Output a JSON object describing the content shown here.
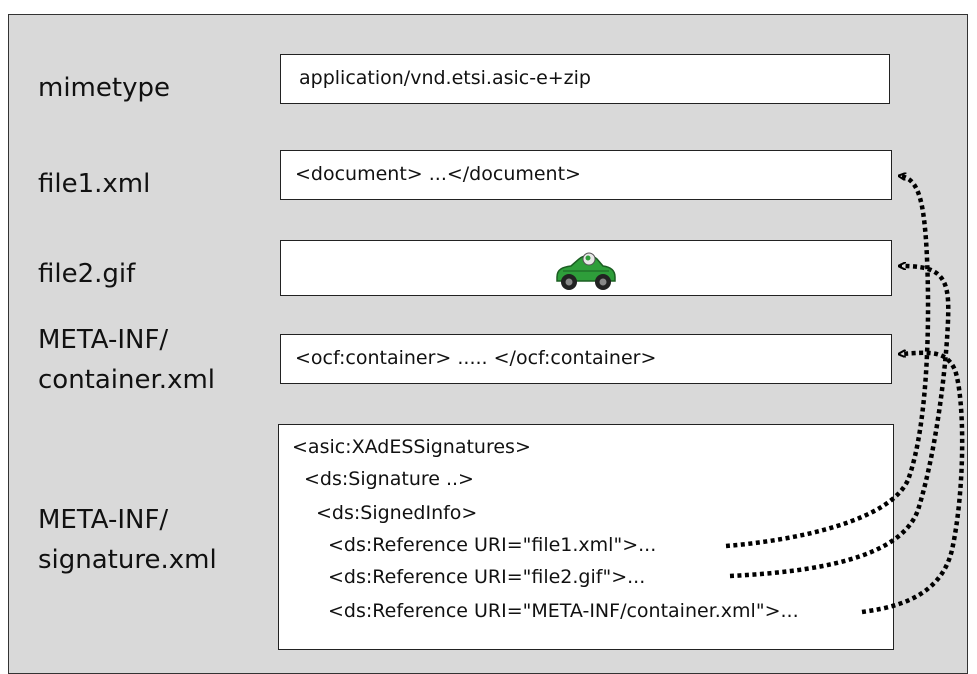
{
  "rows": [
    {
      "label": [
        "mimetype"
      ],
      "content": "application/vnd.etsi.asic-e+zip"
    },
    {
      "label": [
        "file1.xml"
      ],
      "content": "<document> ...</document>"
    },
    {
      "label": [
        "file2.gif"
      ],
      "content": "",
      "icon": "green-car-icon",
      "icon_color": "#2e9e3a"
    },
    {
      "label": [
        "META-INF/",
        "container.xml"
      ],
      "content": "<ocf:container> ..... </ocf:container>"
    },
    {
      "label": [
        "META-INF/",
        "signature.xml"
      ]
    }
  ],
  "signature_lines": [
    "<asic:XAdESSignatures>",
    "<ds:Signature ..>",
    "<ds:SignedInfo>",
    "<ds:Reference URI=\"file1.xml\">...",
    "<ds:Reference URI=\"file2.gif\">...",
    "<ds:Reference URI=\"META-INF/container.xml\">..."
  ],
  "colors": {
    "panel": "#d9d9d9",
    "box": "#ffffff",
    "arrows": "#000000"
  }
}
